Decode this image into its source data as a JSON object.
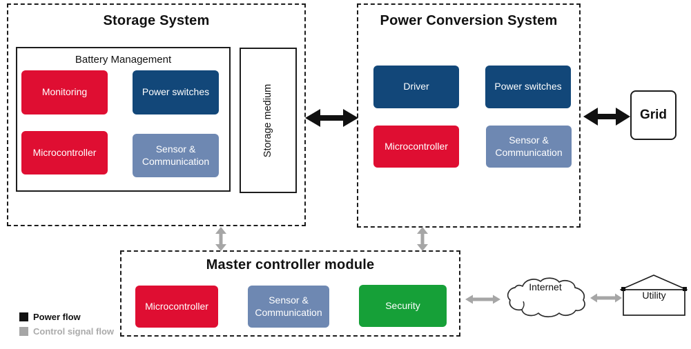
{
  "storage_system": {
    "title": "Storage System",
    "battery_management": {
      "title": "Battery Management",
      "modules": [
        {
          "label": "Monitoring",
          "color": "#DF0E32"
        },
        {
          "label": "Power switches",
          "color": "#124779"
        },
        {
          "label": "Microcontroller",
          "color": "#DF0E32"
        },
        {
          "label": "Sensor & Communication",
          "color": "#6E88B2"
        }
      ]
    },
    "storage_medium_label": "Storage medium"
  },
  "power_conversion_system": {
    "title": "Power Conversion System",
    "modules": [
      {
        "label": "Driver",
        "color": "#124779"
      },
      {
        "label": "Power switches",
        "color": "#124779"
      },
      {
        "label": "Microcontroller",
        "color": "#DF0E32"
      },
      {
        "label": "Sensor & Communication",
        "color": "#6E88B2"
      }
    ]
  },
  "master_controller_module": {
    "title": "Master controller module",
    "modules": [
      {
        "label": "Microcontroller",
        "color": "#DF0E32"
      },
      {
        "label": "Sensor & Communication",
        "color": "#6E88B2"
      },
      {
        "label": "Security",
        "color": "#16A038"
      }
    ]
  },
  "external": {
    "grid_label": "Grid",
    "internet_label": "Internet",
    "utility_label": "Utility"
  },
  "legend": {
    "items": [
      {
        "label": "Power flow",
        "color": "#111111"
      },
      {
        "label": "Control signal flow",
        "color": "#A6A6A6"
      }
    ]
  },
  "colors": {
    "power_flow_arrow": "#111111",
    "control_signal_arrow": "#A6A6A6",
    "red_module": "#DF0E32",
    "dark_blue_module": "#124779",
    "slate_blue_module": "#6E88B2",
    "green_module": "#16A038"
  }
}
